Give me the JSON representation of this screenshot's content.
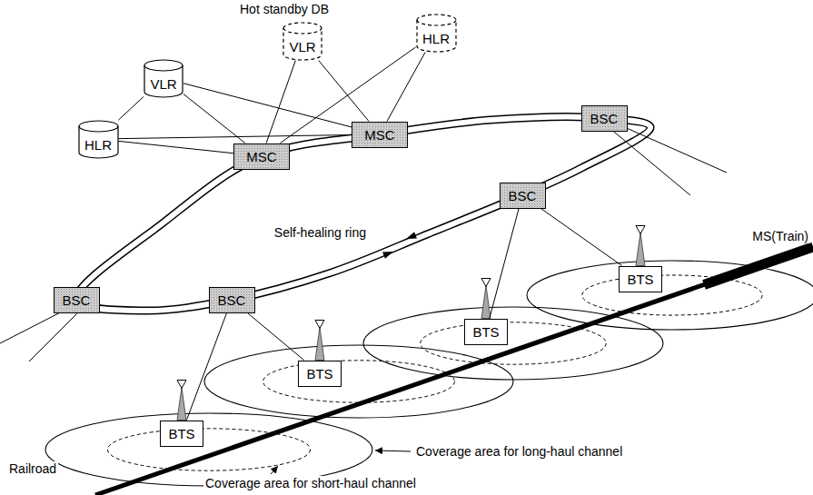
{
  "diagram": {
    "nodes": [
      {
        "text": [
          "HLR"
        ]
      },
      {
        "text": [
          "VLR"
        ]
      },
      {
        "text": [
          "VLR"
        ]
      },
      {
        "text": [
          "HLR"
        ]
      },
      {
        "text": [
          "MSC"
        ]
      },
      {
        "text": [
          "MSC"
        ]
      },
      {
        "text": [
          "BSC"
        ]
      },
      {
        "text": [
          "BSC"
        ]
      },
      {
        "text": [
          "BSC"
        ]
      },
      {
        "text": [
          "BSC"
        ]
      },
      {
        "text": [
          "BTS"
        ]
      },
      {
        "text": [
          "BTS"
        ]
      },
      {
        "text": [
          "BTS"
        ]
      },
      {
        "text": [
          "BTS"
        ]
      }
    ],
    "edges": [
      {
        "from": 3,
        "to": 2,
        "arrow": "none"
      },
      {
        "from": 3,
        "to": 5,
        "arrow": "none"
      },
      {
        "from": 3,
        "to": 4,
        "arrow": "none"
      },
      {
        "from": 2,
        "to": 5,
        "arrow": "none"
      },
      {
        "from": 2,
        "to": 4,
        "arrow": "none"
      },
      {
        "from": 1,
        "to": 5,
        "arrow": "none"
      },
      {
        "from": 1,
        "to": 4,
        "arrow": "none"
      },
      {
        "from": 0,
        "to": 5,
        "arrow": "none"
      },
      {
        "from": 0,
        "to": 4,
        "arrow": "none"
      },
      {
        "from": 9,
        "to": 13,
        "arrow": "none"
      },
      {
        "from": 9,
        "to": 12,
        "arrow": "none"
      },
      {
        "from": 7,
        "to": 11,
        "arrow": "none"
      },
      {
        "from": 7,
        "to": 10,
        "arrow": "none"
      }
    ],
    "labels": [
      "Hot standby DB",
      "Self-healing ring",
      "MS(Train)",
      "Coverage area for long-haul channel",
      "Coverage area for short-haul channel",
      "Railroad"
    ]
  }
}
